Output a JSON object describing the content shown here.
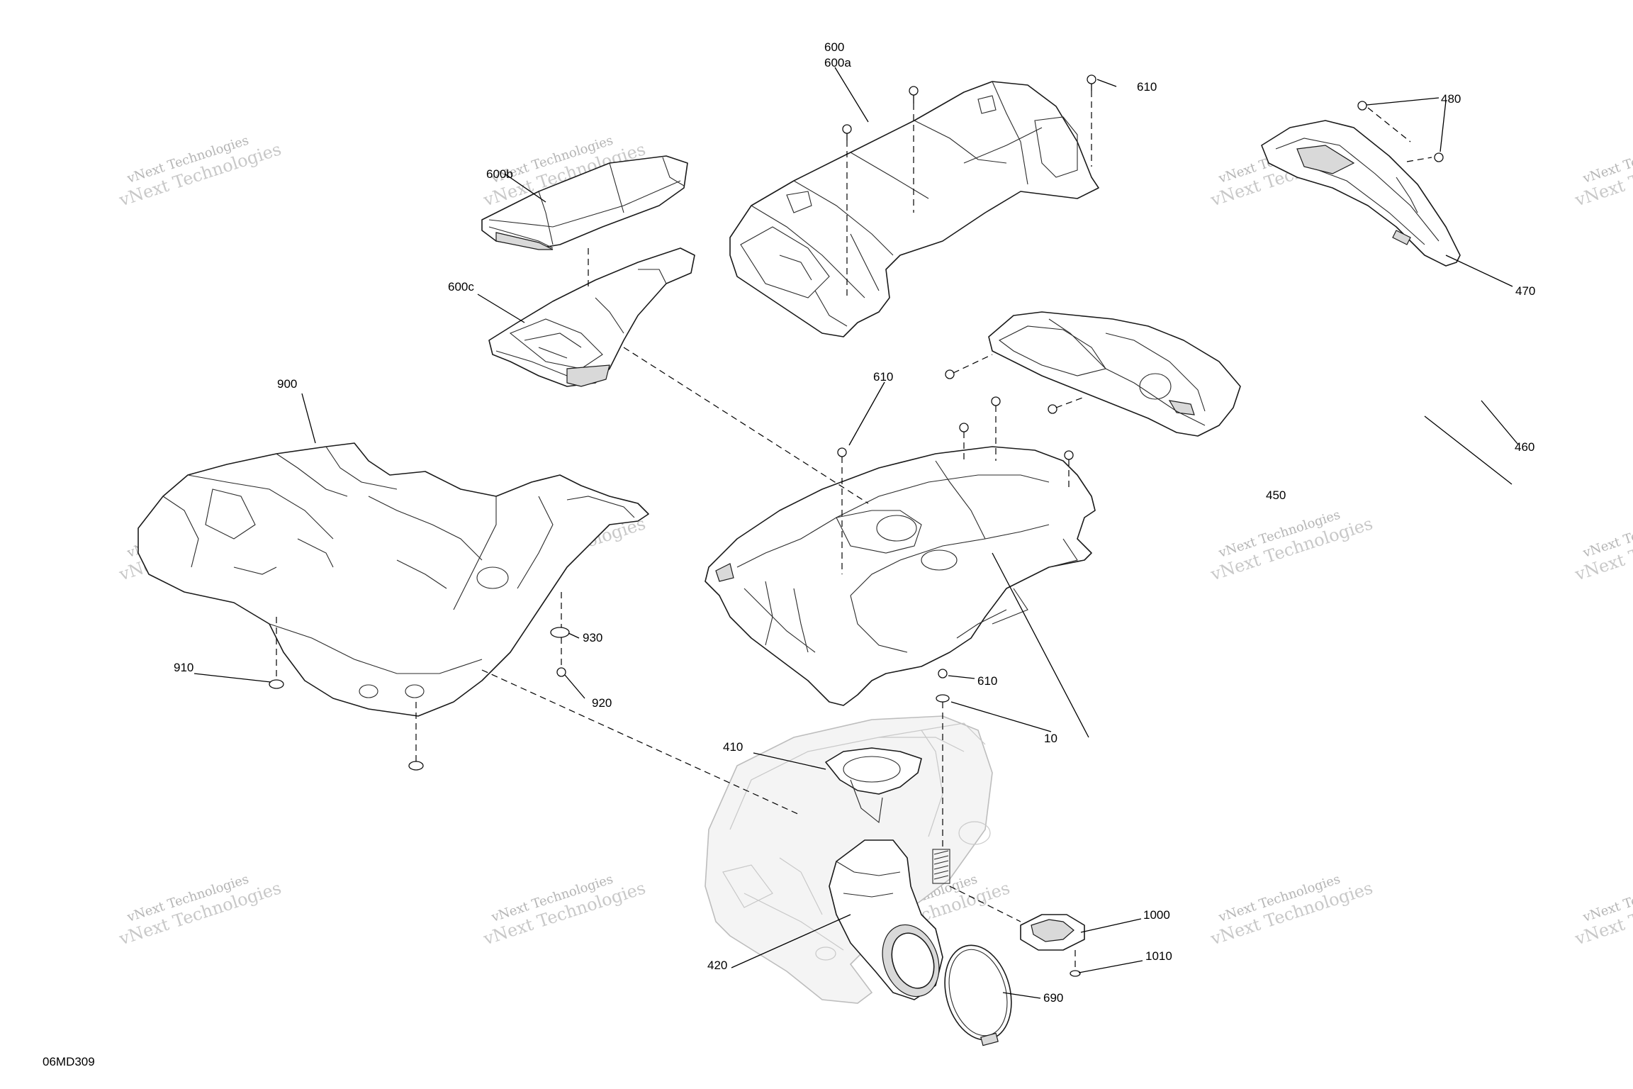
{
  "diagram_code": "06MD309",
  "callouts": {
    "c600": "600",
    "c600a": "600a",
    "c600b": "600b",
    "c600c": "600c",
    "c610_top": "610",
    "c610_mid": "610",
    "c610_low": "610",
    "c480": "480",
    "c470": "470",
    "c460": "460",
    "c450": "450",
    "c900": "900",
    "c910": "910",
    "c920": "920",
    "c930": "930",
    "c410": "410",
    "c420": "420",
    "c10": "10",
    "c1000": "1000",
    "c1010": "1010",
    "c690": "690"
  },
  "watermark": {
    "line1": "vNext Technologies",
    "line2": "vNext Technologies"
  },
  "colors": {
    "line": "#1a1a1a",
    "ghost": "#bdbdbd",
    "watermark": "#b5b5b5"
  }
}
